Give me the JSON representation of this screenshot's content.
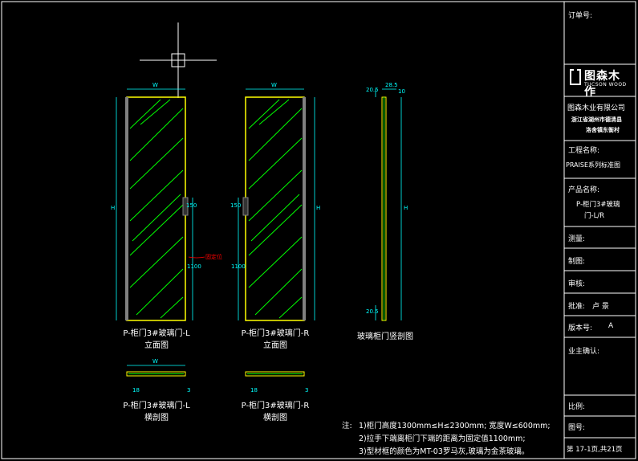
{
  "views": {
    "left_elevation": {
      "line1": "P-柜门3#玻璃门-L",
      "line2": "立面图"
    },
    "right_elevation": {
      "line1": "P-柜门3#玻璃门-R",
      "line2": "立面图"
    },
    "section": {
      "line1": "玻璃柜门竖剖图"
    },
    "left_cross": {
      "line1": "P-柜门3#玻璃门-L",
      "line2": "横剖图"
    },
    "right_cross": {
      "line1": "P-柜门3#玻璃门-R",
      "line2": "横剖图"
    }
  },
  "dims": {
    "width": "W",
    "height": "H",
    "handle_height": "1100",
    "handle_len": "150",
    "section_top": "28.5",
    "section_side": "10",
    "section_top_small": "20.5",
    "section_bottom_small": "20.5",
    "cross_a": "18",
    "cross_b": "3",
    "hinge_note": "固定位"
  },
  "notes": {
    "prefix": "注:",
    "n1": "1)柜门高度1300mm≤H≤2300mm; 宽度W≤600mm;",
    "n2": "2)拉手下端离柜门下端的距离为固定值1100mm;",
    "n3": "3)型材框的颜色为MT-03罗马灰,玻璃为金茶玻璃。"
  },
  "title_block": {
    "order_no": "订单号:",
    "logo_cn": "图森木作",
    "logo_en": "TUCSON WOOD",
    "company": "图森木业有限公司",
    "addr1": "浙江省湖州市德清县",
    "addr2": "洛舍镇东衡村",
    "project_label": "工程名称:",
    "project_value": "PRAISE系列标准图",
    "product_label": "产品名称:",
    "product_line1": "P-柜门3#玻璃",
    "product_line2": "门-L/R",
    "survey": "测量:",
    "drawing": "制图:",
    "review": "审核:",
    "approve_label": "批准:",
    "approve_value": "卢  景",
    "version_label": "版本号:",
    "version_value": "A",
    "confirm": "业主确认:",
    "scale": "比例:",
    "drawing_no": "图号:",
    "page": "第 17-1页,共21页"
  },
  "colors": {
    "frame": "#ffff00",
    "hatch": "#00ff00",
    "dim": "#00ffff",
    "border": "#ffffff",
    "accent": "#ff0000",
    "profile": "#808080"
  }
}
